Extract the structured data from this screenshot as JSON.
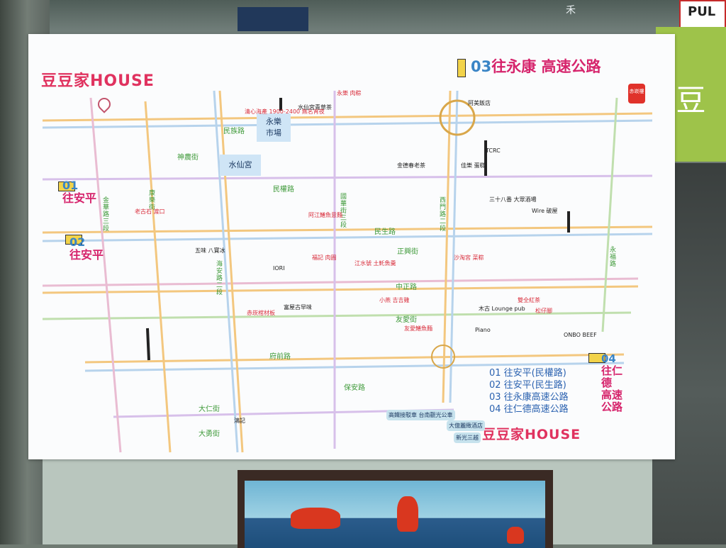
{
  "photo": {
    "glass_sign": "",
    "shop_sign": "禾",
    "pull_sign": "PUL",
    "green_panel_char": "豆"
  },
  "map": {
    "title": "豆豆家HOUSE",
    "title_bottom": "豆豆家HOUSE",
    "highway_03": {
      "num": "03",
      "label": "往永康",
      "label2": "高速公路"
    },
    "highway_01": {
      "num": "01",
      "label": "往安平"
    },
    "highway_02": {
      "num": "02",
      "label": "往安平"
    },
    "highway_04": {
      "num": "04",
      "label": "往仁德",
      "label2": "高速公路"
    },
    "legend": [
      "01 往安平(民權路)",
      "02 往安平(民生路)",
      "03 往永康高速公路",
      "04 往仁德高速公路"
    ],
    "roads": {
      "minzu": "民族路",
      "minquan": "民權路",
      "minsheng": "民生路",
      "zhengxing": "正興街",
      "zhongzheng": "中正路",
      "youai": "友愛街",
      "fuqian": "府前路",
      "baoan": "保安路",
      "shennong": "神農街",
      "daren": "大仁街",
      "dayong": "大勇街"
    },
    "vroads": {
      "jinhua": "金華路三段",
      "kangle": "康樂街",
      "haian": "海安路二段",
      "guohua": "國華街三段",
      "ximen": "西門路二段",
      "yongfu": "永福路"
    },
    "places": {
      "market": "永樂\n市場",
      "temple": "水仙宮",
      "sign_top": "清心海產 1900-2400 無名宵夜",
      "yongle": "永樂 肉粽",
      "shuixian": "水仙宮青草茶",
      "ajiang": "阿江鱔魚意麵",
      "laogu": "老古石 渡口",
      "jinde": "金德春老茶",
      "amei": "阿美飯店",
      "fuji": "福記 肉圓",
      "jiangshui": "江水號 土魠魚羹",
      "xiaoyan": "小燕 吉吉雞",
      "shaluo": "沙淘宮 菜粽",
      "wire": "Wire 破屋",
      "muguzi": "木古 Lounge pub",
      "piano": "Piano",
      "onbo": "ONBO BEEF",
      "songzi": "松仔腳",
      "chihkan": "赤崁棺材板",
      "fuqiu": "富屋古早味",
      "shuangchuan": "雙全紅茶",
      "youai_st": "友愛鱔魚麵",
      "dajing": "大億麗緻酒店",
      "xinguang": "新光三越",
      "chicken": "鴻記",
      "tcrc": "TCRC",
      "jiaqiao": "佳樂 蛋糕",
      "sanshiba": "三十八番 大眾酒場",
      "wuwei": "五味 八寶冰",
      "iori": "IORI",
      "hotel": "高鐵接駁車 台南觀光公車"
    },
    "badge": "赤崁樓"
  },
  "colors": {
    "poster_bg": "#fbfcfd",
    "title_pink": "#e0325f",
    "legend_blue": "#2b62b0",
    "road_green": "#3f9a3a"
  }
}
